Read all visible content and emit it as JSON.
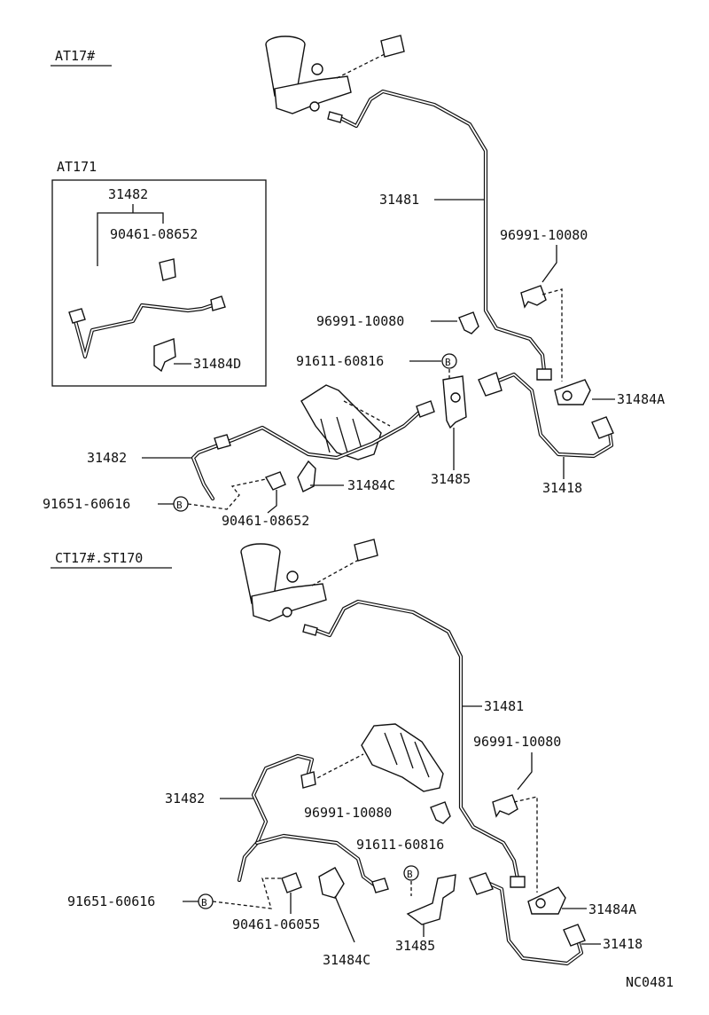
{
  "diagram_id": "NC0481",
  "sections": {
    "top": {
      "title": "AT17#"
    },
    "inset": {
      "title": "AT171"
    },
    "bottom": {
      "title": "CT17#.ST170"
    }
  },
  "top_labels": {
    "tube_31481": "31481",
    "clip_96991_a": "96991-10080",
    "clip_96991_b": "96991-10080",
    "bolt_91611": "91611-60816",
    "bracket_31484a": "31484A",
    "hose_31418": "31418",
    "bracket_31485": "31485",
    "tube_31482": "31482",
    "bracket_31484c": "31484C",
    "bolt_91651": "91651-60616",
    "clamp_90461": "90461-08652"
  },
  "inset_labels": {
    "tube_31482": "31482",
    "clamp_90461": "90461-08652",
    "bracket_31484d": "31484D"
  },
  "bottom_labels": {
    "tube_31481": "31481",
    "clip_96991_a": "96991-10080",
    "tube_31482": "31482",
    "clip_96991_b": "96991-10080",
    "bolt_91611": "91611-60816",
    "bracket_31484a": "31484A",
    "bolt_91651": "91651-60616",
    "clamp_90461": "90461-06055",
    "bracket_31485": "31485",
    "hose_31418": "31418",
    "bracket_31484c": "31484C"
  },
  "marker_letter": "B"
}
